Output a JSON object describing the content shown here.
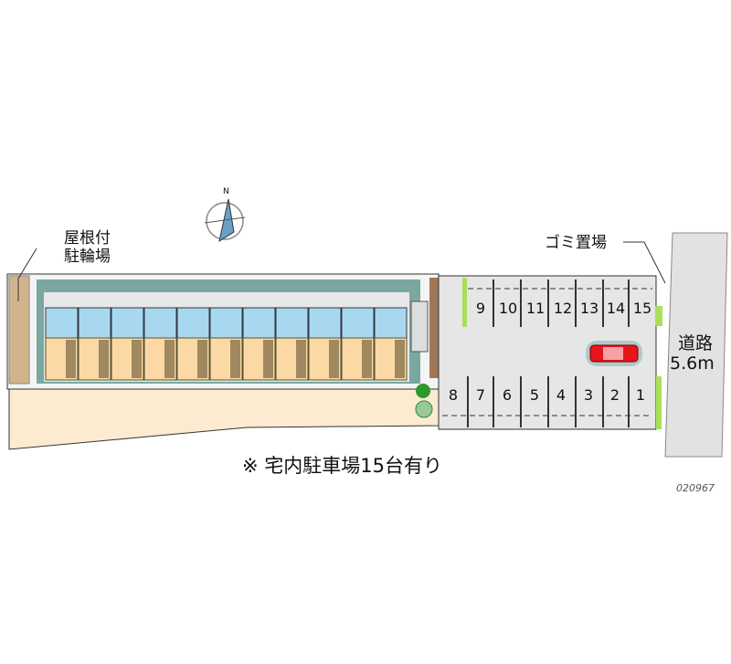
{
  "labels": {
    "bicycle_parking": [
      "屋根付",
      "駐輪場"
    ],
    "garbage": "ゴミ置場",
    "road": [
      "道路",
      "5.6m"
    ],
    "note": "※ 宅内駐車場15台有り",
    "code": "020967",
    "compass": "N"
  },
  "parking": {
    "top_row": [
      "9",
      "10",
      "11",
      "12",
      "13",
      "14",
      "15"
    ],
    "bottom_row": [
      "8",
      "7",
      "6",
      "5",
      "4",
      "3",
      "2",
      "1"
    ]
  },
  "building": {
    "unit_count": 11
  },
  "colors": {
    "unit_blue": "#a8d8f0",
    "unit_orange": "#fcd9a4",
    "lot": "#e6e6e6",
    "car": "#e8141c",
    "hedge": "#a8e05a",
    "walkway": "#7aa8a0",
    "yard": "#fcebd0"
  }
}
